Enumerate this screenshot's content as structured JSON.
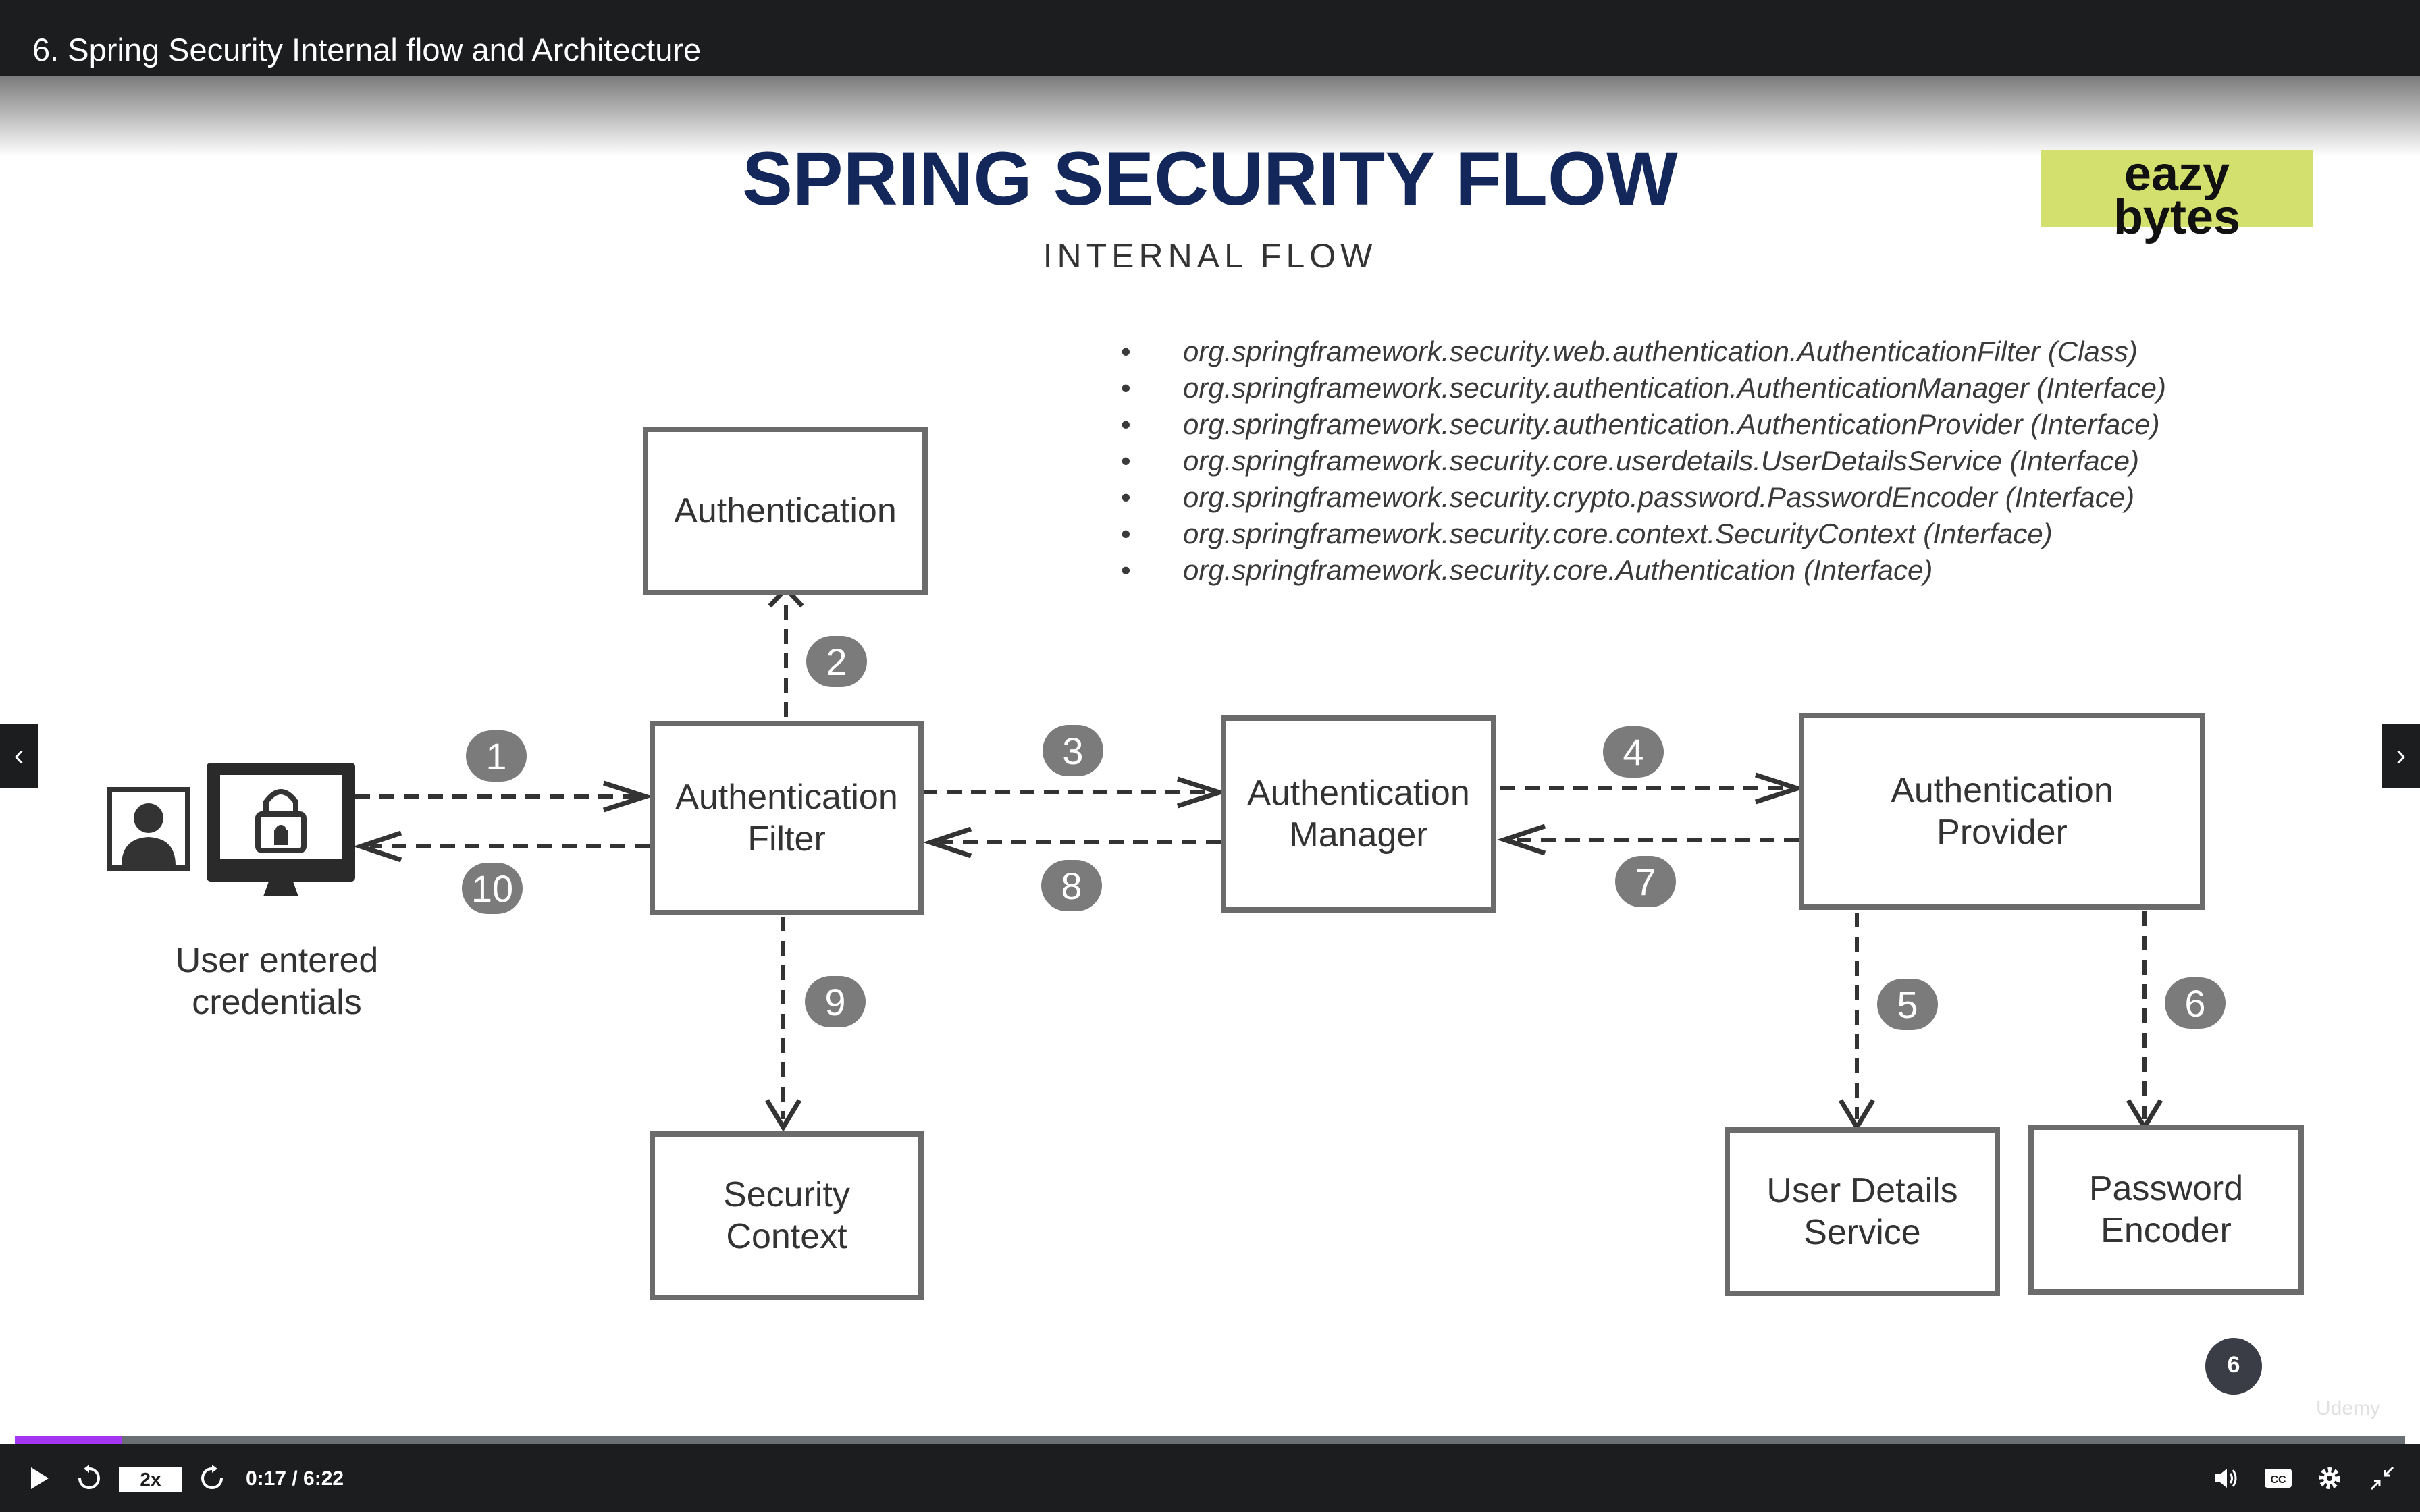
{
  "header": {
    "title": "6. Spring Security Internal flow and Architecture"
  },
  "slide": {
    "title": "SPRING SECURITY FLOW",
    "subtitle": "INTERNAL FLOW",
    "logo_line1": "eazy",
    "logo_line2": "bytes",
    "bullets": [
      "org.springframework.security.web.authentication.AuthenticationFilter (Class)",
      "org.springframework.security.authentication.AuthenticationManager (Interface)",
      "org.springframework.security.authentication.AuthenticationProvider (Interface)",
      "org.springframework.security.core.userdetails.UserDetailsService (Interface)",
      "org.springframework.security.crypto.password.PasswordEncoder (Interface)",
      "org.springframework.security.core.context.SecurityContext (Interface)",
      "org.springframework.security.core.Authentication (Interface)"
    ],
    "boxes": {
      "authentication": "Authentication",
      "filter_l1": "Authentication",
      "filter_l2": "Filter",
      "manager_l1": "Authentication",
      "manager_l2": "Manager",
      "provider_l1": "Authentication",
      "provider_l2": "Provider",
      "context_l1": "Security",
      "context_l2": "Context",
      "uds_l1": "User Details",
      "uds_l2": "Service",
      "encoder_l1": "Password",
      "encoder_l2": "Encoder"
    },
    "user_caption_l1": "User entered",
    "user_caption_l2": "credentials",
    "steps": [
      "1",
      "2",
      "3",
      "4",
      "5",
      "6",
      "7",
      "8",
      "9",
      "10"
    ],
    "page_badge": "6",
    "watermark": "Udemy"
  },
  "player": {
    "speed": "2x",
    "time": "0:17 / 6:22",
    "progress_fraction": 0.045,
    "prev_icon": "chevron-left-icon",
    "next_icon": "chevron-right-icon"
  }
}
